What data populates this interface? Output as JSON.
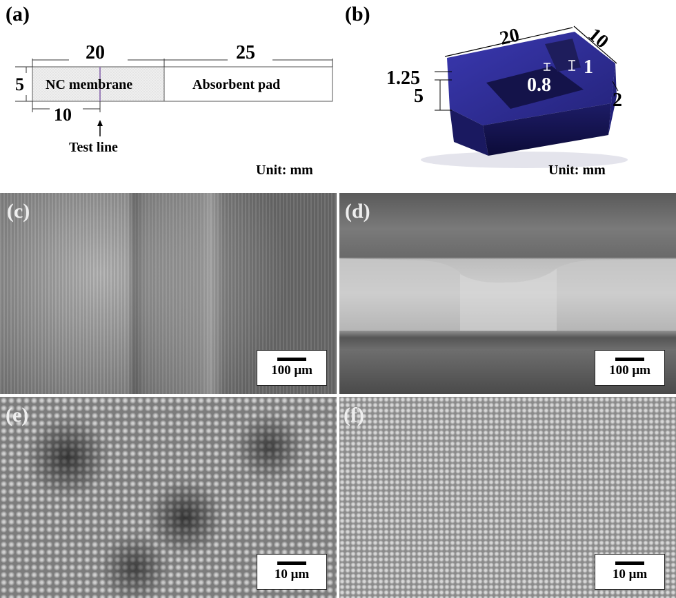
{
  "figure": {
    "panels": {
      "a": {
        "label": "(a)",
        "dim_total_nc": "20",
        "dim_total_pad": "25",
        "dim_height": "5",
        "dim_test_line": "10",
        "nc_label": "NC membrane",
        "pad_label": "Absorbent pad",
        "test_line_label": "Test line",
        "unit": "Unit: mm"
      },
      "b": {
        "label": "(b)",
        "dim_length": "20",
        "dim_width": "10",
        "dim_height_top": "1.25",
        "dim_height": "5",
        "dim_channel_depth": "1",
        "dim_channel_width": "0.8",
        "dim_side": "2",
        "unit": "Unit: mm"
      },
      "c": {
        "label": "(c)",
        "scale": "100 μm"
      },
      "d": {
        "label": "(d)",
        "scale": "100 μm"
      },
      "e": {
        "label": "(e)",
        "scale": "10 μm"
      },
      "f": {
        "label": "(f)",
        "scale": "10 μm"
      }
    },
    "colors": {
      "mold_blue": "#2a2a9a",
      "sem_gray": "#8a8a8a",
      "nc_fill": "#e8e8e8"
    }
  }
}
